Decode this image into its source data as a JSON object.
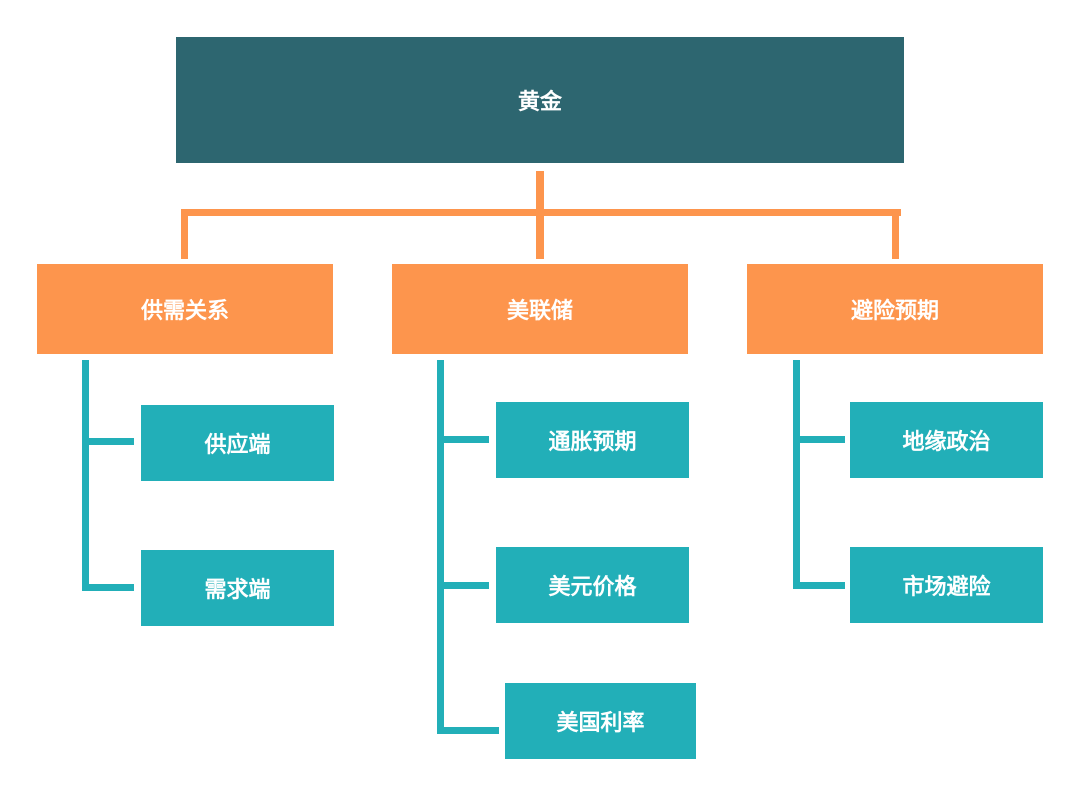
{
  "root": {
    "label": "黄金"
  },
  "categories": [
    {
      "label": "供需关系",
      "children": [
        "供应端",
        "需求端"
      ]
    },
    {
      "label": "美联储",
      "children": [
        "通胀预期",
        "美元价格",
        "美国利率"
      ]
    },
    {
      "label": "避险预期",
      "children": [
        "地缘政治",
        "市场避险"
      ]
    }
  ],
  "colors": {
    "root": "#2d6670",
    "category": "#fd954d",
    "leaf": "#22afb8",
    "connector_top": "#fd954d",
    "connector_sub": "#22afb8"
  }
}
